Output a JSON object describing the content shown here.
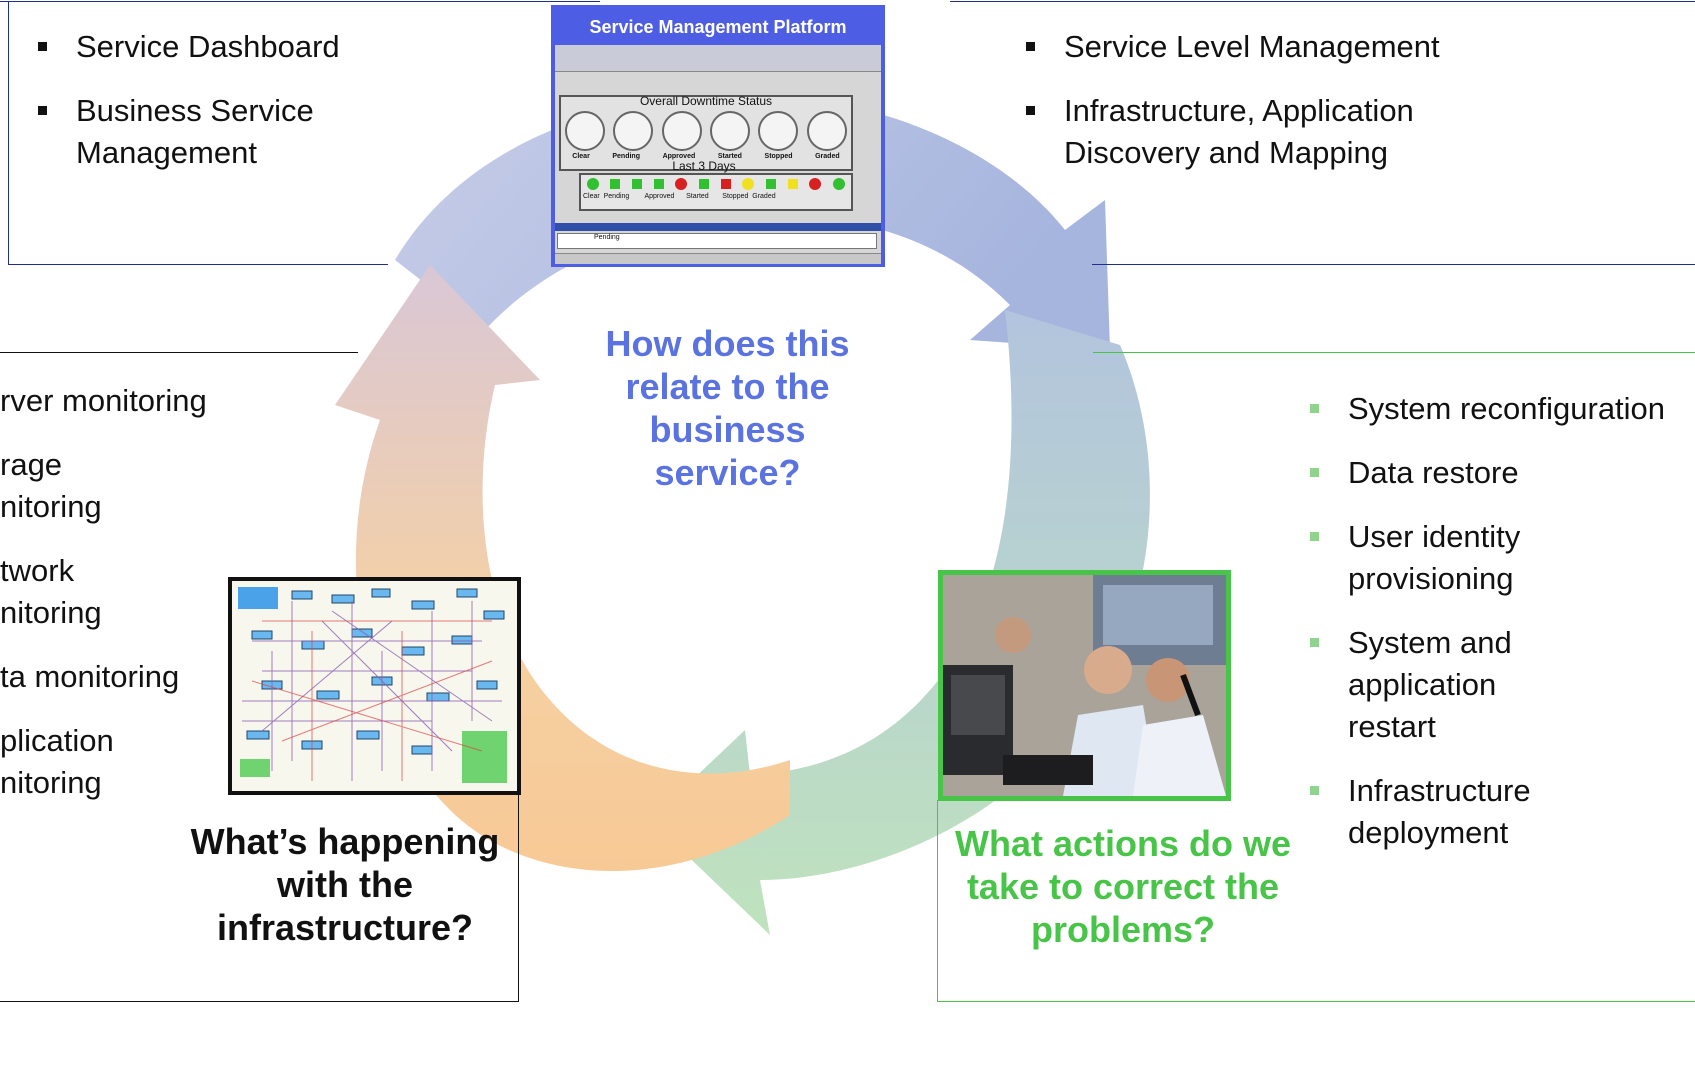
{
  "colors": {
    "accent_blue": "#5a73e0",
    "accent_green": "#48c448",
    "cycle_blue": "#a9b6de",
    "cycle_green": "#b7dfb4",
    "cycle_orange": "#f5cf9e",
    "frame_blue": "#1f2f8f"
  },
  "top_left": {
    "items": [
      "Service Dashboard",
      "Business Service Management"
    ]
  },
  "top_right": {
    "items": [
      "Service Level Management",
      "Infrastructure, Application Discovery and Mapping"
    ]
  },
  "left": {
    "items": [
      "rver monitoring",
      "rage\nnitoring",
      "twork\nnitoring",
      "ta monitoring",
      "plication\nnitoring"
    ]
  },
  "right": {
    "items": [
      "System reconfiguration",
      "Data restore",
      "User identity provisioning",
      "System and application restart",
      "Infrastructure deployment"
    ]
  },
  "screenshot": {
    "title": "Service Management Platform",
    "panel_title": "Overall Downtime Status",
    "gauge_labels": [
      "Clear",
      "Pending",
      "Approved",
      "Started",
      "Stopped",
      "Graded"
    ],
    "days_title": "Last 3 Days",
    "status_labels": "Clear  Pending        Approved      Started       Stopped  Graded",
    "table_cell": "Pending"
  },
  "center_question": "How does this relate to the business service?",
  "infra_question": "What’s happening with the infrastructure?",
  "actions_question": "What actions do we take to correct the problems?"
}
